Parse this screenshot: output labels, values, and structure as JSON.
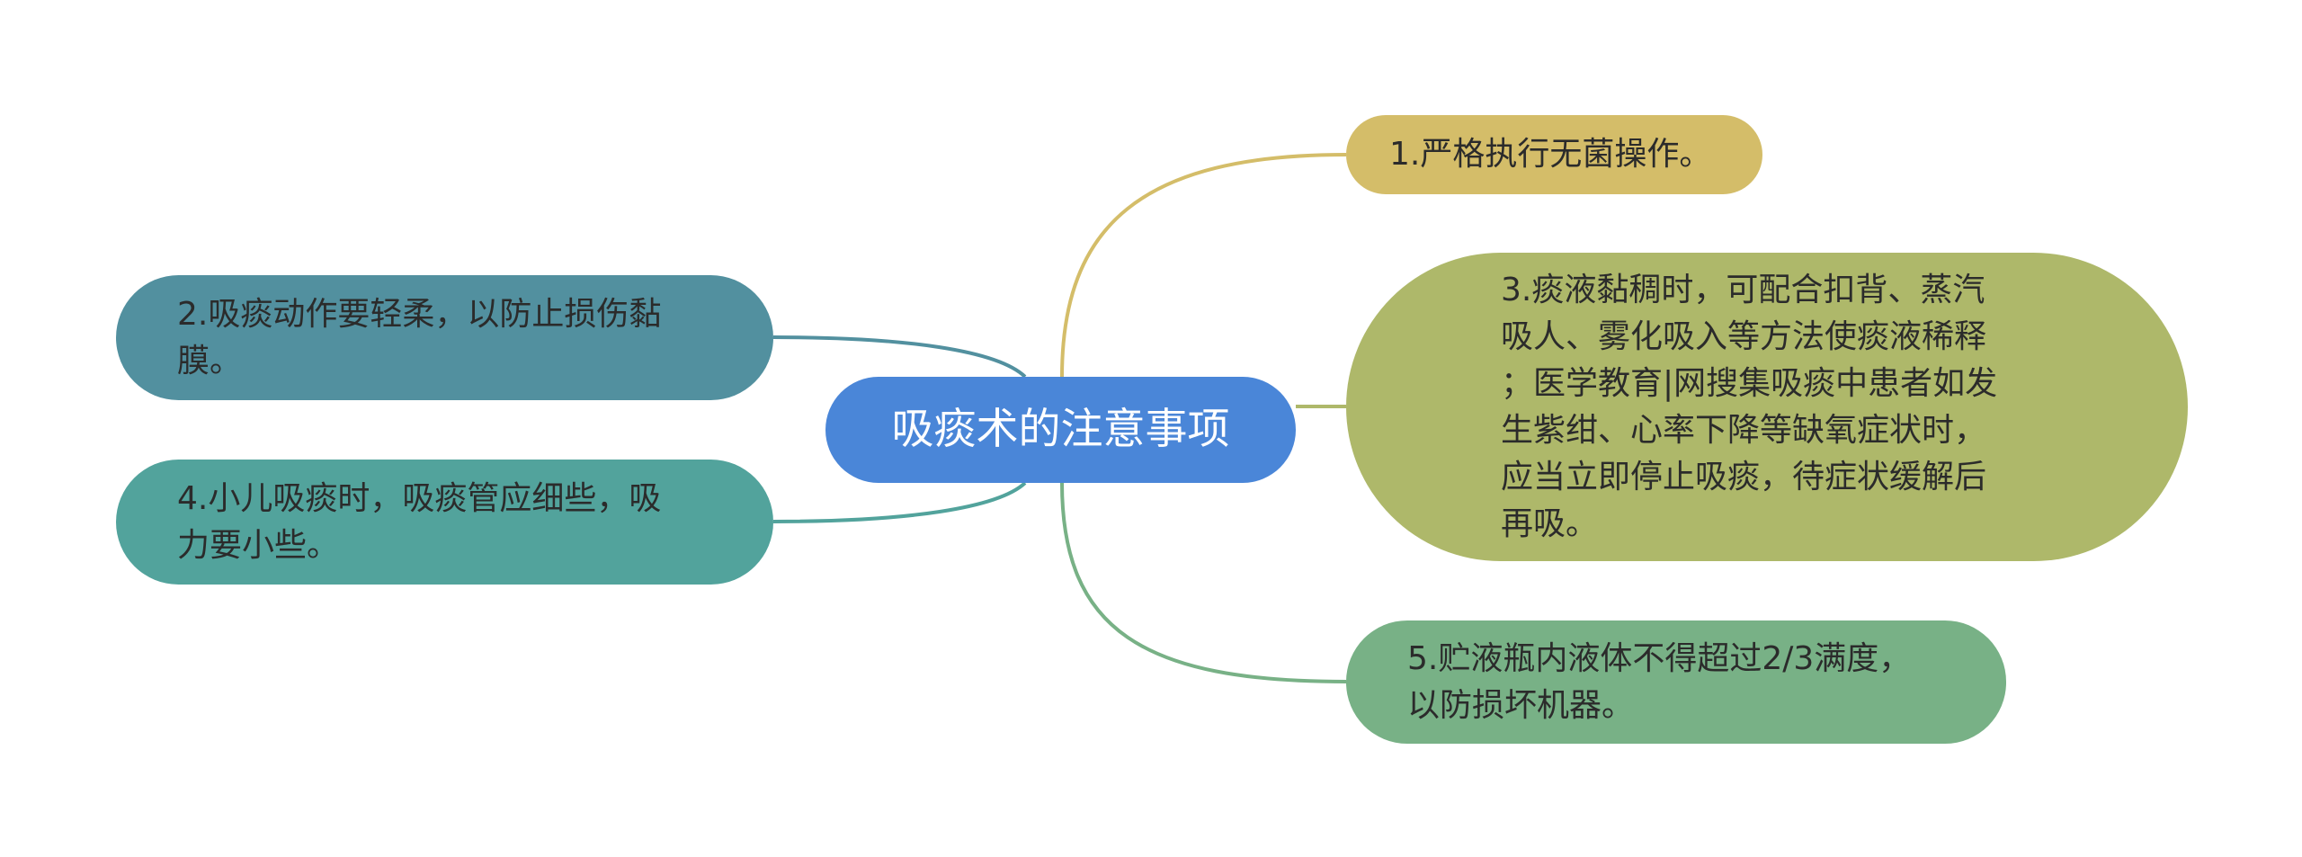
{
  "mindmap": {
    "center": {
      "text": "吸痰术的注意事项",
      "color": "#4a86d8",
      "text_color": "#ffffff"
    },
    "branches": [
      {
        "id": "node-1",
        "text": "1.严格执行无菌操作。",
        "color": "#d4bd69",
        "line_color": "#d4bd69"
      },
      {
        "id": "node-2",
        "text": "2.吸痰动作要轻柔，以防止损伤黏\n膜。",
        "color": "#52909f",
        "line_color": "#52909f"
      },
      {
        "id": "node-3",
        "text": "3.痰液黏稠时，可配合扣背、蒸汽\n吸人、雾化吸入等方法使痰液稀释\n；医学教育|网搜集吸痰中患者如发\n生紫绀、心率下降等缺氧症状时，\n应当立即停止吸痰，待症状缓解后\n再吸。",
        "color": "#aeb86a",
        "line_color": "#aeb86a"
      },
      {
        "id": "node-4",
        "text": "4.小儿吸痰时，吸痰管应细些，吸\n力要小些。",
        "color": "#52a39c",
        "line_color": "#52a39c"
      },
      {
        "id": "node-5",
        "text": "5.贮液瓶内液体不得超过2/3满度，\n以防损坏机器。",
        "color": "#78b186",
        "line_color": "#78b186"
      }
    ]
  }
}
